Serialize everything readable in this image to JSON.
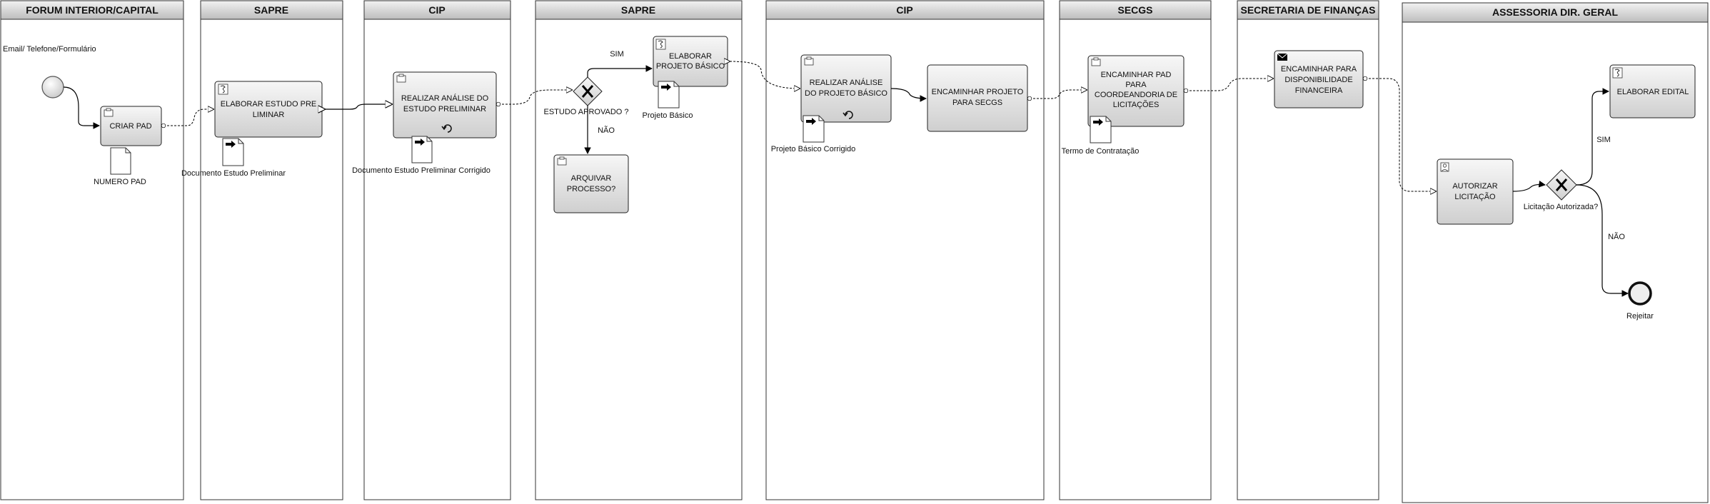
{
  "lanes": [
    {
      "title": "FORUM INTERIOR/CAPITAL"
    },
    {
      "title": "SAPRE"
    },
    {
      "title": "CIP"
    },
    {
      "title": "SAPRE"
    },
    {
      "title": "CIP"
    },
    {
      "title": "SECGS"
    },
    {
      "title": "SECRETARIA DE FINANÇAS"
    },
    {
      "title": "ASSESSORIA DIR. GERAL"
    }
  ],
  "start_label": "Email/ Telefone/Formulário",
  "tasks": {
    "criar_pad": [
      "CRIAR PAD"
    ],
    "elaborar_estudo": [
      "ELABORAR ESTUDO PRE",
      "LIMINAR"
    ],
    "realizar_analise_estudo": [
      "REALIZAR ANÁLISE DO",
      "ESTUDO PRELIMINAR"
    ],
    "elaborar_projeto": [
      "ELABORAR",
      "PROJETO BÁSICO"
    ],
    "arquivar": [
      "ARQUIVAR",
      "PROCESSO?"
    ],
    "realizar_analise_projeto": [
      "REALIZAR ANÁLISE",
      "DO PROJETO BÁSICO"
    ],
    "encaminhar_secgs": [
      "ENCAMINHAR PROJETO",
      "PARA SECGS"
    ],
    "encaminhar_coord": [
      "ENCAMINHAR PAD",
      "PARA",
      "COORDEANDORIA DE",
      "LICITAÇÕES"
    ],
    "encaminhar_financ": [
      "ENCAMINHAR PARA",
      "DISPONIBILIDADE",
      "FINANCEIRA"
    ],
    "autorizar": [
      "AUTORIZAR",
      "LICITAÇÃO"
    ],
    "elaborar_edital": [
      "ELABORAR EDITAL"
    ]
  },
  "documents": {
    "numero_pad": "NUMERO PAD",
    "doc_estudo": "Documento Estudo Preliminar",
    "doc_estudo_corrigido": "Documento Estudo Preliminar Corrigido",
    "projeto_basico": "Projeto Básico",
    "projeto_corrigido": "Projeto Básico Corrigido",
    "termo": "Termo de Contratação"
  },
  "gateways": {
    "estudo_aprovado": "ESTUDO APROVADO ?",
    "licitacao_autorizada": "Licitação Autorizada?"
  },
  "flow_labels": {
    "sim1": "SIM",
    "nao1": "NÃO",
    "sim2": "SIM",
    "nao2": "NÃO"
  },
  "end_label": "Rejeitar"
}
